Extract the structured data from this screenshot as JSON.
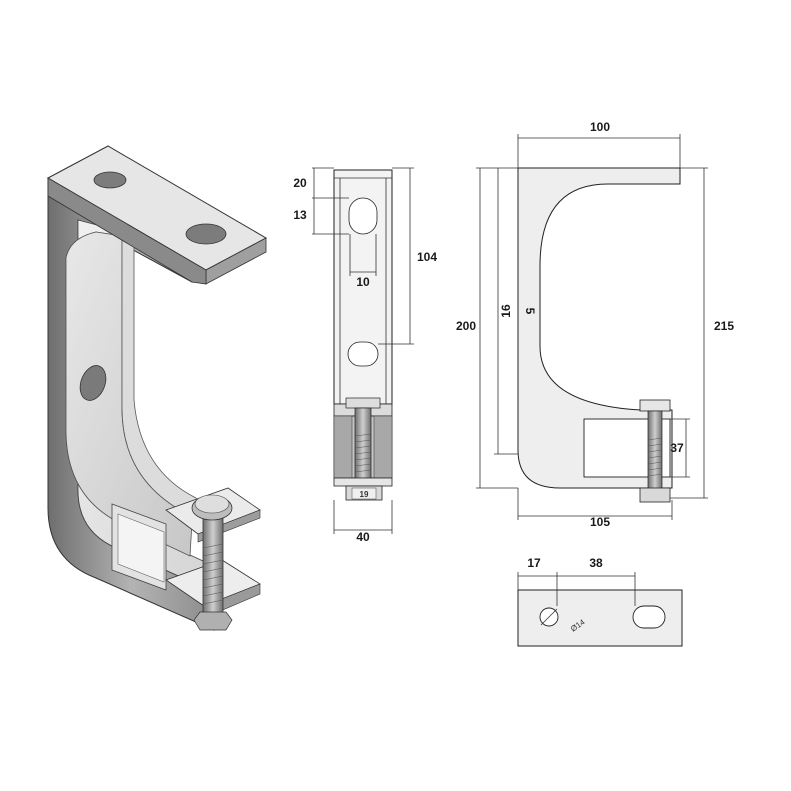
{
  "side_view": {
    "dims": {
      "top_gap": "20",
      "slot_height": "13",
      "slot_width": "10",
      "depth": "104",
      "width": "40"
    },
    "nut_size": "19"
  },
  "front_view": {
    "dims": {
      "top_width": "100",
      "inner_height": "200",
      "inner_offset": "16",
      "thickness": "5",
      "total_height": "215",
      "clamp_gap": "37",
      "base_width": "105"
    }
  },
  "plate_view": {
    "dims": {
      "hole_offset": "17",
      "hole_spacing": "38"
    },
    "hole_diameter": "Ø14"
  },
  "colors": {
    "line": "#222222",
    "metal_light": "#f0f0f0",
    "metal_mid": "#d9d9d9",
    "metal_dark": "#9a9a9a"
  }
}
